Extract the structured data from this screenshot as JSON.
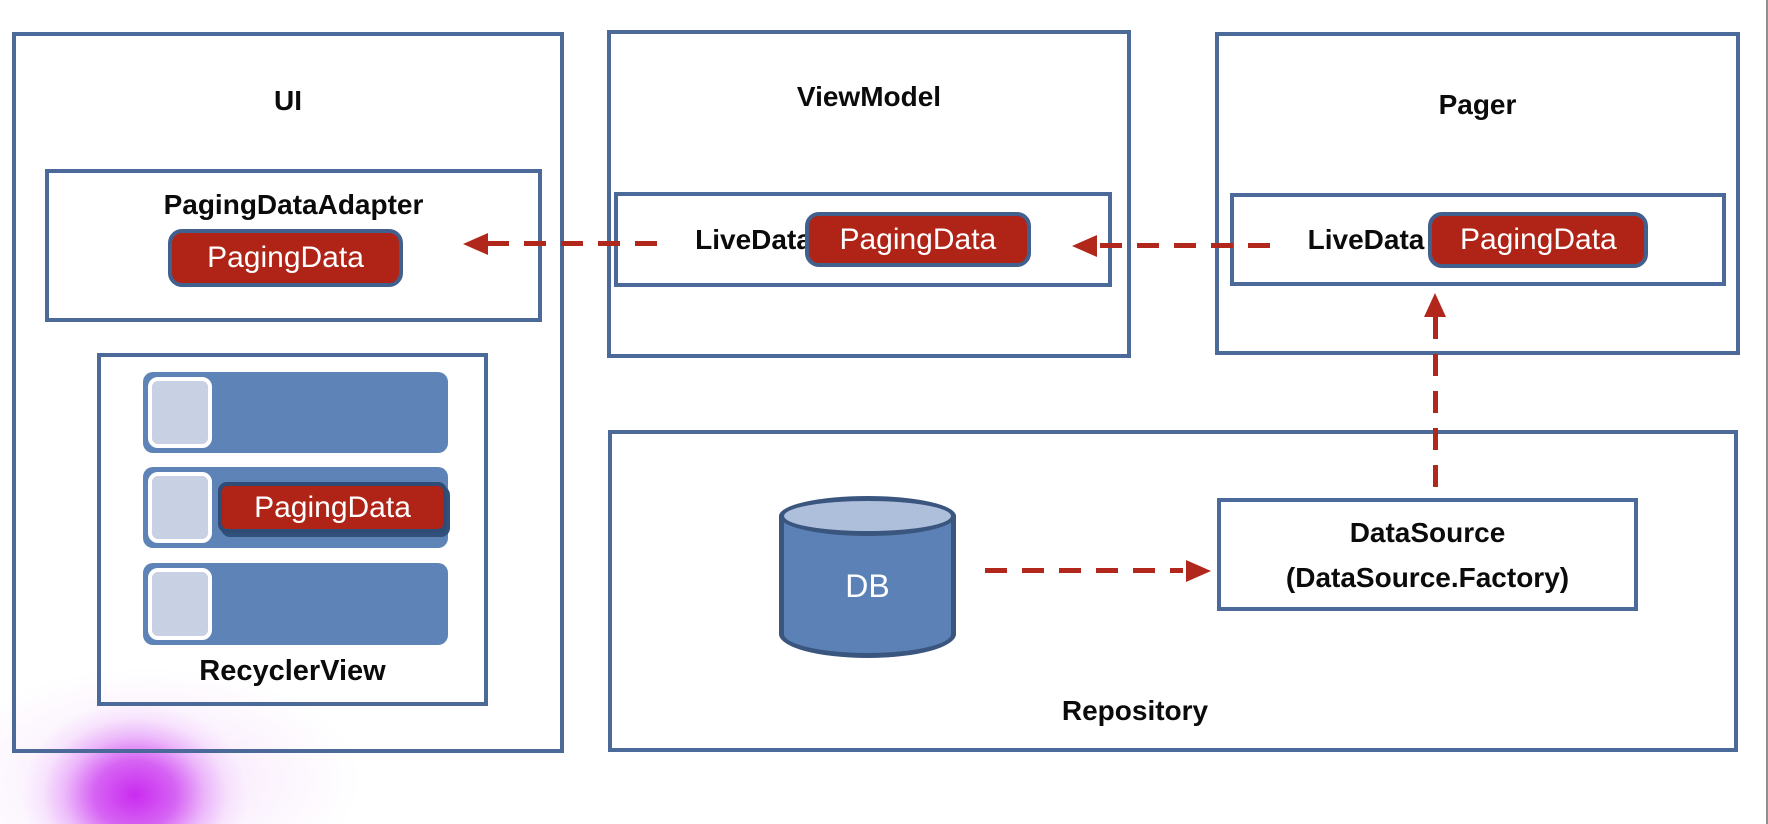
{
  "colors": {
    "box-border": "#4b6a99",
    "chip-bg": "#b02418",
    "chip-border": "#41608e",
    "chip-text": "#ffffff",
    "row-bg": "#5e84b7",
    "square-bg": "#c8d1e3",
    "arrow": "#b1271b",
    "cyl-body": "#5b81b6",
    "cyl-top": "#aebfdc",
    "cyl-border": "#3a567f"
  },
  "ui": {
    "title": "UI",
    "adapter": {
      "title": "PagingDataAdapter",
      "chip": "PagingData"
    },
    "recycler": {
      "label": "RecyclerView",
      "chip": "PagingData"
    }
  },
  "viewmodel": {
    "title": "ViewModel",
    "livedata": "LiveData",
    "chip": "PagingData"
  },
  "pager": {
    "title": "Pager",
    "livedata": "LiveData",
    "chip": "PagingData"
  },
  "repository": {
    "title": "Repository",
    "db": "DB",
    "datasource": {
      "line1": "DataSource",
      "line2": "(DataSource.Factory)"
    }
  }
}
